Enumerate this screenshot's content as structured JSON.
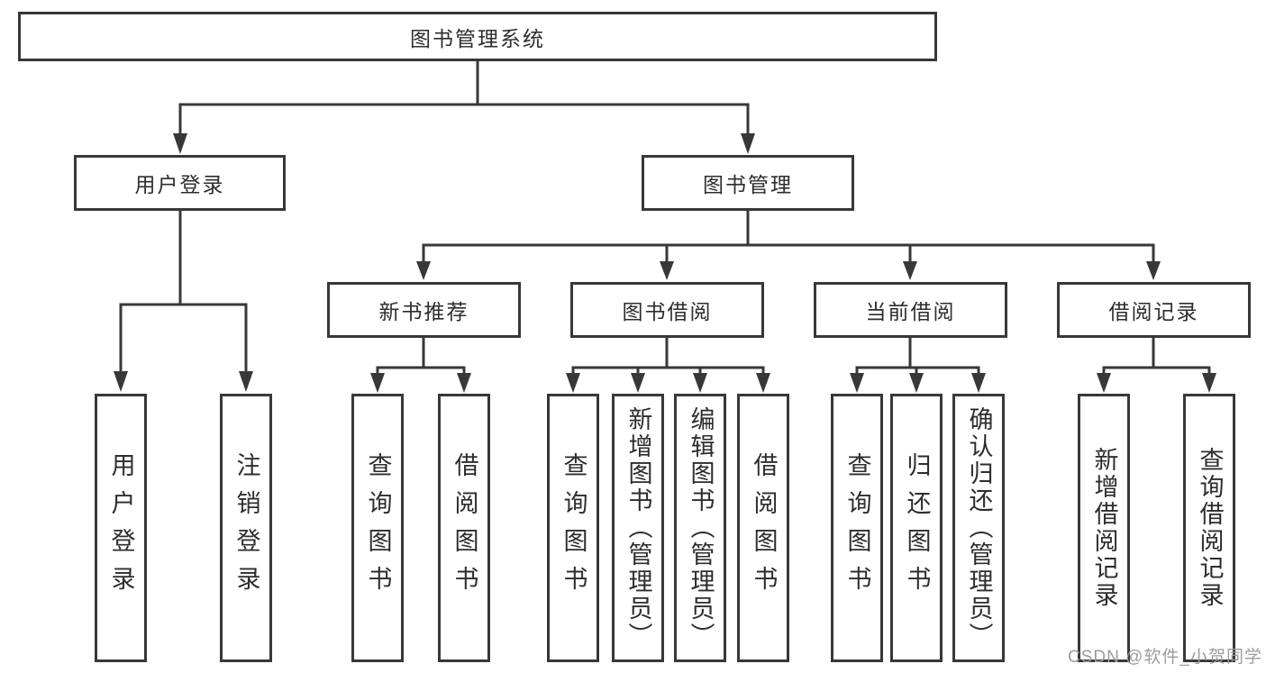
{
  "diagram": {
    "root": {
      "label": "图书管理系统"
    },
    "level2": {
      "user_login": {
        "label": "用户登录"
      },
      "book_management": {
        "label": "图书管理"
      }
    },
    "level3": {
      "new_book_recommend": {
        "label": "新书推荐"
      },
      "book_borrowing": {
        "label": "图书借阅"
      },
      "current_borrowing": {
        "label": "当前借阅"
      },
      "borrowing_records": {
        "label": "借阅记录"
      }
    },
    "leaves": {
      "user_login": [
        "用户登录",
        "注销登录"
      ],
      "new_book_recommend": [
        "查询图书",
        "借阅图书"
      ],
      "book_borrowing": [
        "查询图书",
        "新增图书（管理员）",
        "编辑图书（管理员）",
        "借阅图书"
      ],
      "current_borrowing": [
        "查询图书",
        "归还图书",
        "确认归还（管理员）"
      ],
      "borrowing_records": [
        "新增借阅记录",
        "查询借阅记录"
      ]
    },
    "watermark": "CSDN @软件_小贺同学",
    "colors": {
      "line": "#383838",
      "text": "#2d2d2d",
      "watermark": "#9c9c9c",
      "background": "#ffffff"
    }
  }
}
